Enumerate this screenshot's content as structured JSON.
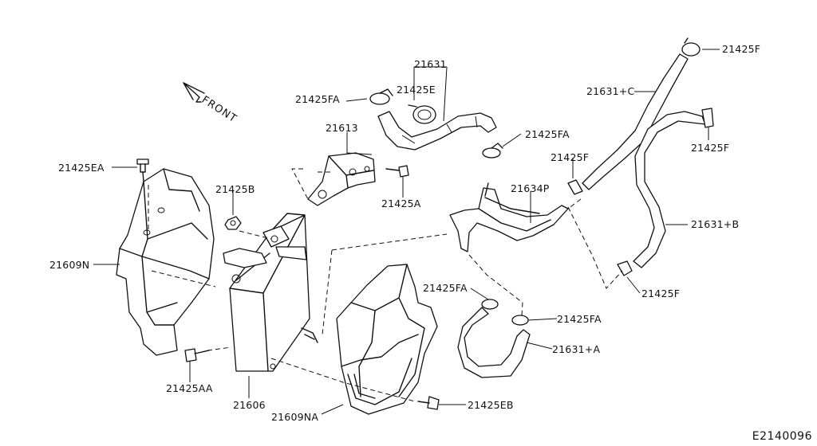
{
  "diagram": {
    "direction_label": "FRONT",
    "document_id": "E2140096",
    "part_labels": {
      "p21631": "21631",
      "p21425E": "21425E",
      "p21425FA_top": "21425FA",
      "p21613": "21613",
      "p21425FA_mid": "21425FA",
      "p21425F_topright": "21425F",
      "p21631C": "21631+C",
      "p21425F_right": "21425F",
      "p21425F_mid": "21425F",
      "p21634P": "21634P",
      "p21631B": "21631+B",
      "p21425F_bottom": "21425F",
      "p21425EA": "21425EA",
      "p21425B": "21425B",
      "p21425A": "21425A",
      "p21609N": "21609N",
      "p21425FA_low1": "21425FA",
      "p21425FA_low2": "21425FA",
      "p21631A": "21631+A",
      "p21425AA": "21425AA",
      "p21606": "21606",
      "p21609NA": "21609NA",
      "p21425EB": "21425EB"
    }
  }
}
